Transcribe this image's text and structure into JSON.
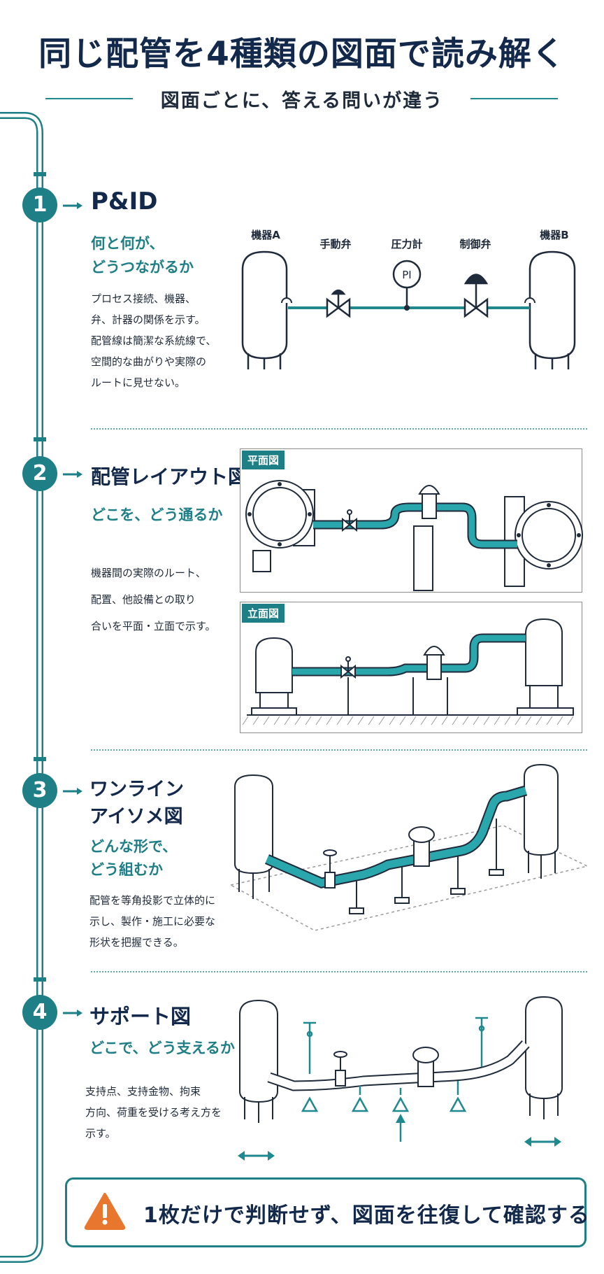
{
  "header": {
    "title": "同じ配管を4種類の図面で読み解く",
    "subtitle": "図面ごとに、答える問いが違う"
  },
  "sections": [
    {
      "number": "1",
      "title": "P&ID",
      "question_line1": "何と何が、",
      "question_line2": "どうつながるか",
      "desc": [
        "プロセス接続、機器、",
        "弁、計器の関係を示す。",
        "配管線は簡潔な系統線で、",
        "空間的な曲がりや実際の",
        "ルートに見せない。"
      ],
      "labels": {
        "equipment_a": "機器A",
        "manual_valve": "手動弁",
        "pressure_gauge": "圧力計",
        "control_valve": "制御弁",
        "equipment_b": "機器B",
        "pi": "PI"
      }
    },
    {
      "number": "2",
      "title": "配管レイアウト図",
      "question": "どこを、どう通るか",
      "desc": [
        "機器間の実際のルート、",
        "配置、他設備との取り",
        "合いを平面・立面で示す。"
      ],
      "plan_tag": "平面図",
      "elevation_tag": "立面図"
    },
    {
      "number": "3",
      "title_line1": "ワンライン",
      "title_line2": "アイソメ図",
      "question_line1": "どんな形で、",
      "question_line2": "どう組むか",
      "desc": [
        "配管を等角投影で立体的に",
        "示し、製作・施工に必要な",
        "形状を把握できる。"
      ]
    },
    {
      "number": "4",
      "title": "サポート図",
      "question": "どこで、どう支えるか",
      "desc": [
        "支持点、支持金物、拘束",
        "方向、荷重を受ける考え方を",
        "示す。"
      ]
    }
  ],
  "footer": {
    "text": "1枚だけで判断せず、図面を往復して確認する",
    "icon": "warning-icon"
  },
  "colors": {
    "accent": "#1e7f86",
    "pipe": "#2aa6ad",
    "navy": "#13294b",
    "warning": "#e8762c"
  }
}
